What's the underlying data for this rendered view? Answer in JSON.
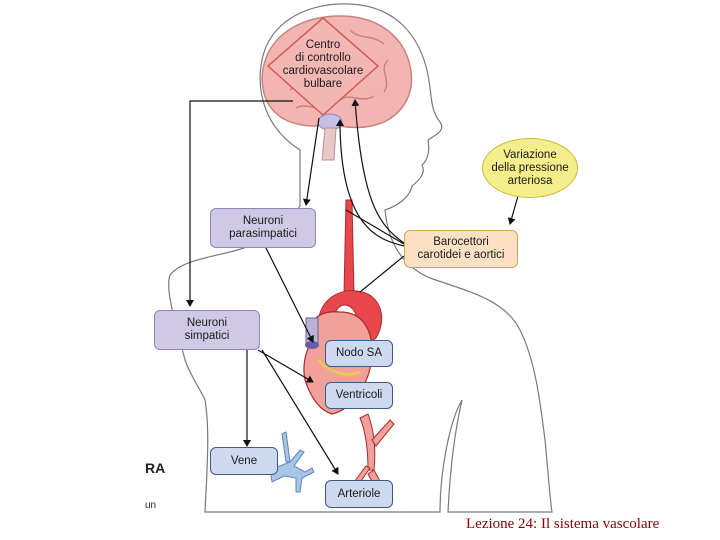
{
  "diagram": {
    "control_center": "Centro\ndi controllo\ncardiovascolare\nbulbare",
    "pressure_change": "Variazione\ndella pressione\narteriosa",
    "baroreceptors": "Barocettori\ncarotidei e aortici",
    "parasympathetic": "Neuroni\nparasimpatici",
    "sympathetic": "Neuroni\nsimpatici",
    "sa_node": "Nodo SA",
    "ventricles": "Ventricoli",
    "veins": "Vene",
    "arterioles": "Arteriole",
    "fragment_ra": "RA",
    "fragment_un": "un"
  },
  "footer": {
    "title": "Lezione 24: Il sistema vascolare"
  },
  "colors": {
    "footer_text": "#8b0000",
    "vessel_red": "#e8474b",
    "brain_pink": "#f2b5b1",
    "outline": "#333333"
  }
}
